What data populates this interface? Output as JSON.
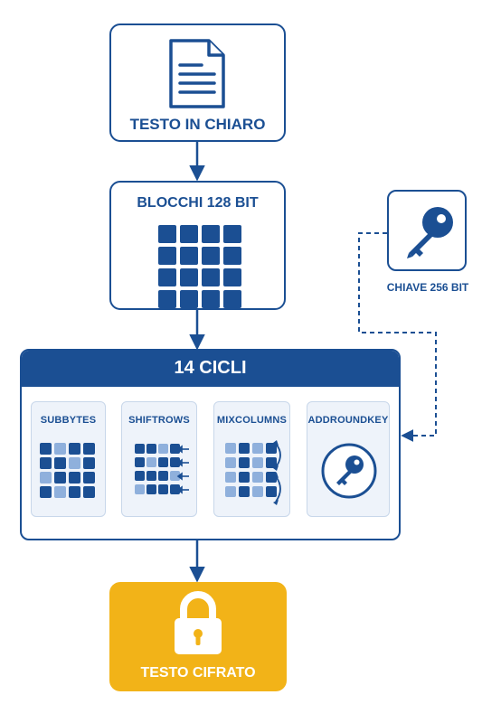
{
  "plaintext": {
    "label": "TESTO IN CHIARO",
    "icon": "document-icon"
  },
  "blocks": {
    "label": "BLOCCHI 128 BIT",
    "grid_rows": 4,
    "grid_cols": 4
  },
  "key": {
    "label": "CHIAVE 256 BIT",
    "icon": "key-icon"
  },
  "rounds": {
    "label": "14 CICLI",
    "stages": [
      {
        "label": "SUBBYTES"
      },
      {
        "label": "SHIFTROWS"
      },
      {
        "label": "MIXCOLUMNS"
      },
      {
        "label": "ADDROUNDKEY",
        "icon": "key-icon"
      }
    ]
  },
  "ciphertext": {
    "label": "TESTO CIFRATO",
    "icon": "padlock-icon"
  },
  "colors": {
    "primary": "#1b4f93",
    "accent": "#f2b318",
    "stage_bg": "#eef3fa",
    "light_cell": "#8fb0dc"
  }
}
